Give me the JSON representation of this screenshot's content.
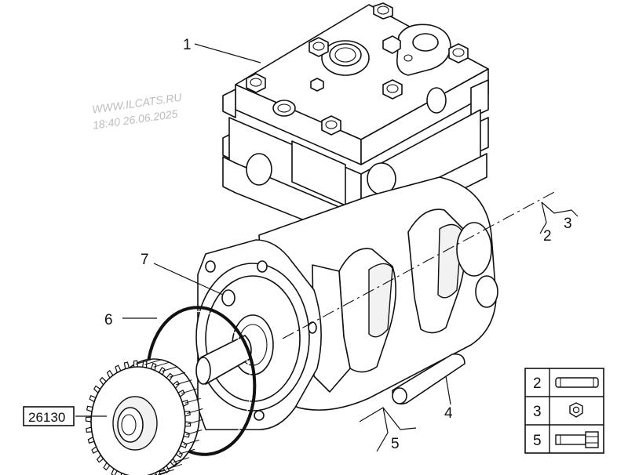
{
  "watermark": {
    "site": "WWW.ILCATS.RU",
    "stamp": "18:40 26.06.2025"
  },
  "callouts": {
    "c1": "1",
    "c2": "2",
    "c3": "3",
    "c4": "4",
    "c5": "5",
    "c6": "6",
    "c7": "7",
    "ref_box": "26130"
  },
  "legend": {
    "rows": [
      {
        "num": "2",
        "icon": "pin-icon"
      },
      {
        "num": "3",
        "icon": "nut-icon"
      },
      {
        "num": "5",
        "icon": "bolt-icon"
      }
    ]
  },
  "colors": {
    "line": "#111111",
    "background": "#ffffff",
    "watermark": "#bdbdbd"
  }
}
